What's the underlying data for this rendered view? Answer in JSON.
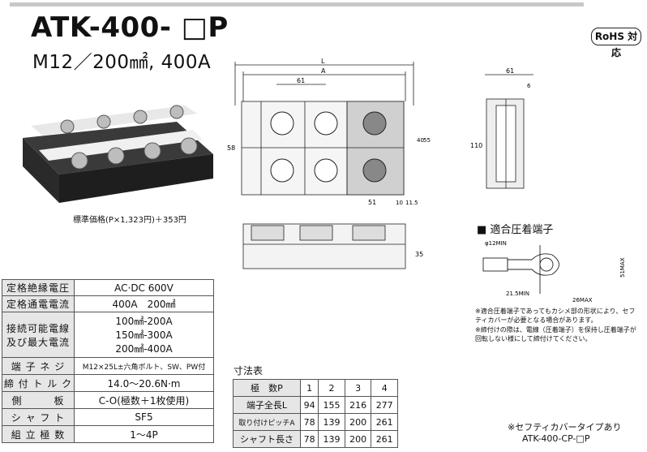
{
  "header": {
    "title": "ATK-400- □P",
    "subtitle": "M12／200㎟, 400A",
    "badge": "RoHS 対応"
  },
  "price_note": "標準価格(P×1,323円)＋353円",
  "dimension_labels": {
    "L": "L",
    "A": "A",
    "pitch": "61",
    "height_58": "58",
    "w40": "40",
    "w55": "55",
    "w51": "51",
    "w10": "10",
    "w11_5": "11.5",
    "side_61": "61",
    "side_6": "6",
    "side_110": "110",
    "h35": "35"
  },
  "terminal_section": {
    "title": "■ 適合圧着端子",
    "labels": {
      "hole": "φ12MIN",
      "width": "21.5MIN",
      "length": "26MAX",
      "max": "51MAX"
    },
    "notes": [
      "※適合圧着端子であってもカシメ部の形状により、セフティカバーが必要となる場合があります。",
      "※締付けの際は、電線（圧着端子）を保持し圧着端子が回転しない様にして締付けてください。"
    ]
  },
  "spec_table": [
    {
      "label": "定格絶縁電圧",
      "value": "AC·DC 600V"
    },
    {
      "label": "定格通電電流",
      "value": "400A　200㎟"
    },
    {
      "label": "接続可能電線\n及び最大電流",
      "value": "100㎟-200A\n150㎟-300A\n200㎟-400A"
    },
    {
      "label": "端 子 ネ ジ",
      "value": "M12×25L±六角ボルト、SW、PW付"
    },
    {
      "label": "締 付 ト ル ク",
      "value": "14.0～20.6N·m"
    },
    {
      "label": "側　　　板",
      "value": "C-O(極数＋1枚使用)"
    },
    {
      "label": "シ ャ フ ト",
      "value": "SF5"
    },
    {
      "label": "組 立 極 数",
      "value": "1～4P"
    }
  ],
  "dimension_table": {
    "title": "寸法表",
    "header": [
      "極　数P",
      "1",
      "2",
      "3",
      "4"
    ],
    "rows": [
      [
        "端子全長L",
        "94",
        "155",
        "216",
        "277"
      ],
      [
        "取り付けピッチA",
        "78",
        "139",
        "200",
        "261"
      ],
      [
        "シャフト長さ",
        "78",
        "139",
        "200",
        "261"
      ]
    ]
  },
  "footnote": {
    "line1": "※セフティカバータイプあり",
    "line2": "ATK-400-CP-□P"
  }
}
